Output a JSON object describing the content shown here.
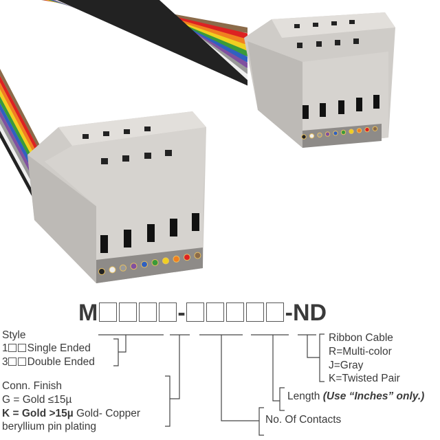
{
  "part_number": {
    "prefix": "M",
    "separator": "-",
    "suffix": "-ND",
    "first_group_slots": 4,
    "second_group_slots": 5
  },
  "style": {
    "title": "Style",
    "options": [
      {
        "code": "1",
        "label": "Single Ended"
      },
      {
        "code": "3",
        "label": "Double Ended"
      }
    ]
  },
  "finish": {
    "title": "Conn. Finish",
    "g": "G = Gold ≤15µ",
    "k_bold": "K = Gold >15µ",
    "k_rest": " Gold- Copper",
    "k_line2": "beryllium pin plating"
  },
  "contacts": {
    "label": "No. Of Contacts"
  },
  "length": {
    "label": "Length ",
    "note": "(Use “Inches” only.)"
  },
  "cable": {
    "title": "Ribbon Cable",
    "options": [
      "R=Multi-color",
      "J=Gray",
      "K=Twisted Pair"
    ]
  },
  "colors": {
    "connector": "#d6d3cf",
    "text": "#3a3a3a",
    "wires": [
      "#8b6b4a",
      "#d22",
      "#f08020",
      "#f0d020",
      "#3a9a3a",
      "#3060c0",
      "#8050a0",
      "#999",
      "#eee",
      "#222"
    ]
  }
}
